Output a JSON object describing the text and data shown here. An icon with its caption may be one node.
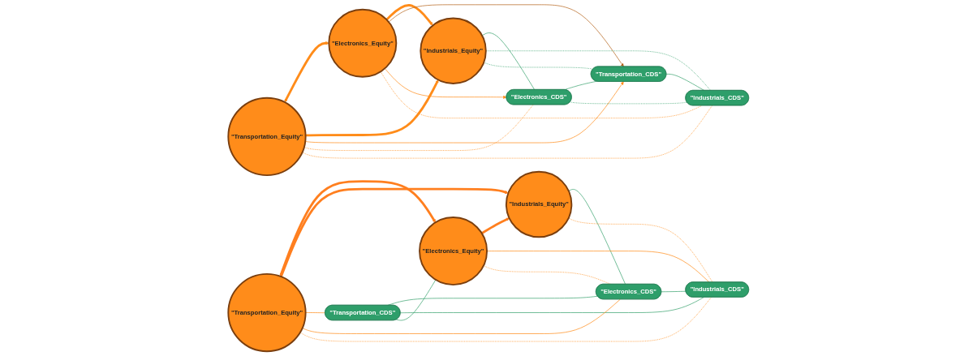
{
  "diagram": {
    "nodes": [
      {
        "text": [
          "\"Transportation_Equity\""
        ]
      },
      {
        "text": [
          "\"Electronics_Equity\""
        ]
      },
      {
        "text": [
          "\"Industrials_Equity\""
        ]
      },
      {
        "text": [
          "\"Transportation_CDS\""
        ]
      },
      {
        "text": [
          "\"Electronics_CDS\""
        ]
      },
      {
        "text": [
          "\"Industrials_CDS\""
        ]
      },
      {
        "text": [
          "\"Transportation_CDS\""
        ]
      },
      {
        "text": [
          "\"Electronics_CDS\""
        ]
      },
      {
        "text": [
          "\"Transportation_Equity\""
        ]
      },
      {
        "text": [
          "\"Industrials_Equity\""
        ]
      },
      {
        "text": [
          "\"Industrials_CDS\""
        ]
      },
      {
        "text": [
          "\"Electronics_Equity\""
        ]
      }
    ],
    "edges": [
      {
        "from": 0,
        "to": 1,
        "arrow": "both",
        "style": "thick",
        "color": "#ff8c1a"
      },
      {
        "from": 0,
        "to": 2,
        "arrow": "to",
        "style": "thick",
        "color": "#ff8c1a"
      },
      {
        "from": 1,
        "to": 2,
        "arrow": "to",
        "style": "thick",
        "color": "#ff8c1a"
      },
      {
        "from": 0,
        "to": 3,
        "arrow": "to",
        "color": "#ff8c1a"
      },
      {
        "from": 1,
        "to": 3,
        "arrow": "to",
        "color": "#b5651d"
      },
      {
        "from": 1,
        "to": 4,
        "arrow": "to",
        "color": "#ff8c1a"
      },
      {
        "from": 0,
        "to": 4,
        "arrow": "none",
        "style": "dashed",
        "color": "#ff8c1a"
      },
      {
        "from": 0,
        "to": 5,
        "arrow": "none",
        "style": "dashed",
        "color": "#ff8c1a"
      },
      {
        "from": 1,
        "to": 5,
        "arrow": "none",
        "style": "dashed",
        "color": "#ff8c1a"
      },
      {
        "from": 2,
        "to": 4,
        "arrow": "none",
        "color": "#3aa36f"
      },
      {
        "from": 2,
        "to": 5,
        "arrow": "none",
        "style": "dashed",
        "color": "#3aa36f"
      },
      {
        "from": 2,
        "to": 3,
        "arrow": "none",
        "style": "dashed",
        "color": "#3aa36f"
      },
      {
        "from": 4,
        "to": 3,
        "arrow": "none",
        "color": "#3aa36f"
      },
      {
        "from": 4,
        "to": 5,
        "arrow": "none",
        "style": "dashed",
        "color": "#3aa36f"
      },
      {
        "from": 3,
        "to": 5,
        "arrow": "none",
        "color": "#3aa36f"
      },
      {
        "from": 8,
        "to": 11,
        "arrow": "both",
        "style": "thick",
        "color": "#ff7f1f"
      },
      {
        "from": 8,
        "to": 9,
        "arrow": "to",
        "style": "thick",
        "color": "#ff7f1f"
      },
      {
        "from": 11,
        "to": 9,
        "arrow": "to",
        "style": "thick",
        "color": "#ff7f1f"
      },
      {
        "from": 6,
        "to": 7,
        "arrow": "none",
        "color": "#3aa36f"
      },
      {
        "from": 6,
        "to": 10,
        "arrow": "none",
        "color": "#3aa36f"
      },
      {
        "from": 7,
        "to": 10,
        "arrow": "none",
        "color": "#3aa36f"
      },
      {
        "from": 6,
        "to": 11,
        "arrow": "none",
        "color": "#3aa36f"
      },
      {
        "from": 9,
        "to": 7,
        "arrow": "none",
        "color": "#3aa36f"
      },
      {
        "from": 8,
        "to": 6,
        "arrow": "none",
        "color": "#ff8c1a"
      },
      {
        "from": 8,
        "to": 7,
        "arrow": "none",
        "color": "#ff8c1a"
      },
      {
        "from": 8,
        "to": 10,
        "arrow": "none",
        "style": "dashed",
        "color": "#ff8c1a"
      },
      {
        "from": 9,
        "to": 10,
        "arrow": "none",
        "style": "dashed",
        "color": "#ff8c1a"
      },
      {
        "from": 11,
        "to": 10,
        "arrow": "none",
        "color": "#ff8c1a"
      },
      {
        "from": 11,
        "to": 7,
        "arrow": "none",
        "style": "dashed",
        "color": "#ff8c1a"
      }
    ]
  }
}
